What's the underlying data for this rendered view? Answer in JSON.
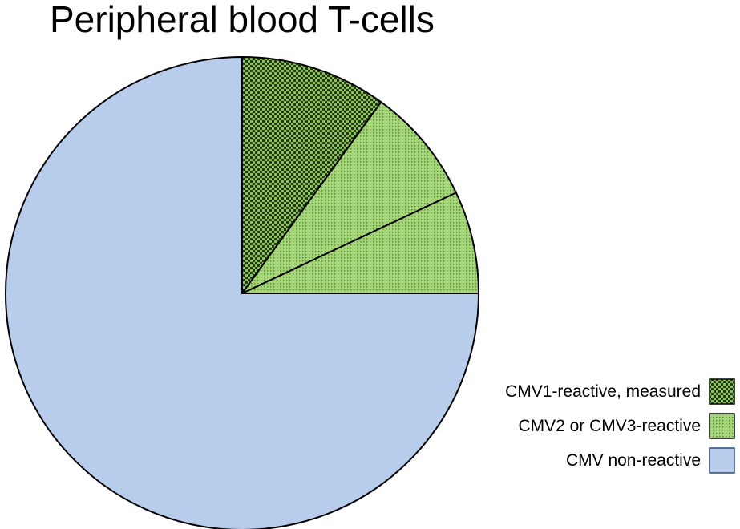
{
  "chart_data": {
    "type": "pie",
    "title": "Peripheral blood T-cells",
    "slices": [
      {
        "legend_index": 0,
        "value": 10,
        "color": "#4a7a2a",
        "pattern": "checker"
      },
      {
        "legend_index": 1,
        "value": 8,
        "color": "#9ccf6e",
        "pattern": "dots"
      },
      {
        "legend_index": 1,
        "value": 7,
        "color": "#9ccf6e",
        "pattern": "dots"
      },
      {
        "legend_index": 2,
        "value": 75,
        "color": "#b8cceb",
        "pattern": "solid"
      }
    ],
    "start_angle_deg": 0,
    "direction": "clockwise",
    "legend": {
      "placement": "bottom-right",
      "entries": [
        {
          "label": "CMV1-reactive, measured",
          "color": "#4a7a2a",
          "pattern": "checker"
        },
        {
          "label": "CMV2 or CMV3-reactive",
          "color": "#9ccf6e",
          "pattern": "dots"
        },
        {
          "label": "CMV non-reactive",
          "color": "#b8cceb",
          "pattern": "solid"
        }
      ]
    }
  }
}
